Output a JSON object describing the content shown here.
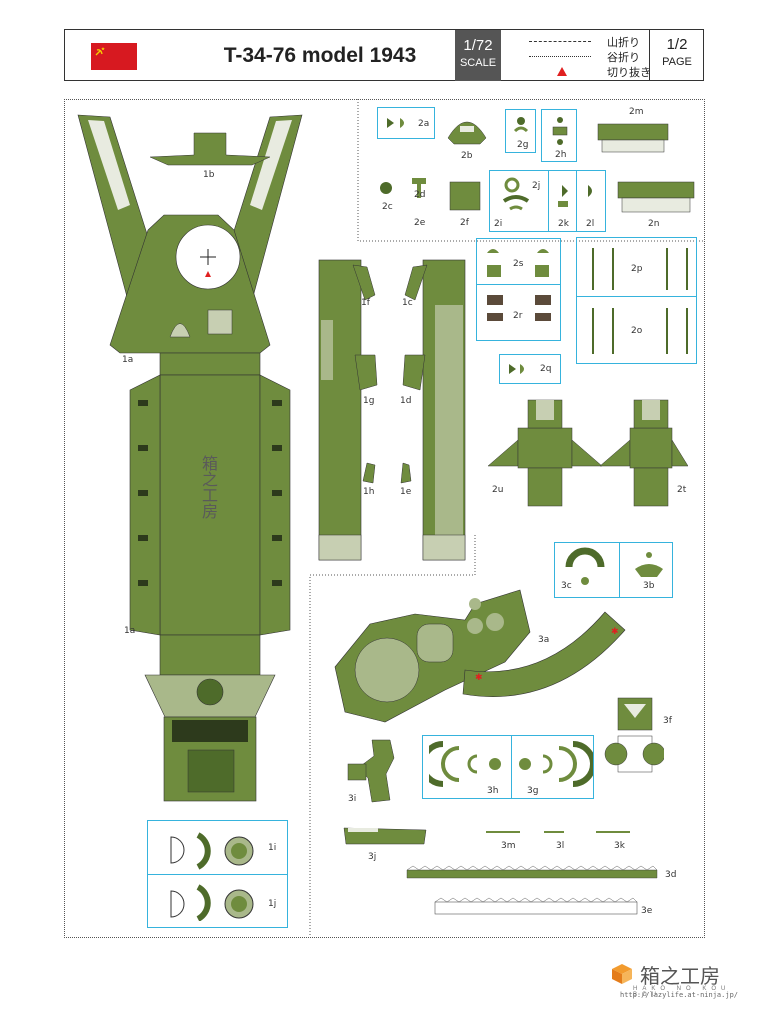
{
  "header": {
    "title": "T-34-76 model 1943",
    "scale_value": "1/72",
    "scale_label": "SCALE",
    "page_value": "1/2",
    "page_label": "PAGE",
    "legend": {
      "mountain_fold": "山折り",
      "valley_fold": "谷折り",
      "cut_out": "切り抜き"
    }
  },
  "colors": {
    "flag_red": "#d71920",
    "tank_green": "#6f8c3e",
    "tank_green_dark": "#4e6b2a",
    "tank_green_light": "#a9b88a",
    "callout_blue": "#36b3dd",
    "cut_marker_red": "#e02020"
  },
  "parts": {
    "p1a": "1a",
    "p1b": "1b",
    "p1c": "1c",
    "p1d": "1d",
    "p1e": "1e",
    "p1f": "1f",
    "p1g": "1g",
    "p1h": "1h",
    "p1i": "1i",
    "p1j": "1j",
    "p2a": "2a",
    "p2b": "2b",
    "p2c": "2c",
    "p2d": "2d",
    "p2e": "2e",
    "p2f": "2f",
    "p2g": "2g",
    "p2h": "2h",
    "p2i": "2i",
    "p2j": "2j",
    "p2k": "2k",
    "p2l": "2l",
    "p2m": "2m",
    "p2n": "2n",
    "p2o": "2o",
    "p2p": "2p",
    "p2q": "2q",
    "p2r": "2r",
    "p2s": "2s",
    "p2t": "2t",
    "p2u": "2u",
    "p3a": "3a",
    "p3b": "3b",
    "p3c": "3c",
    "p3d": "3d",
    "p3e": "3e",
    "p3f": "3f",
    "p3g": "3g",
    "p3h": "3h",
    "p3i": "3i",
    "p3j": "3j",
    "p3k": "3k",
    "p3l": "3l",
    "p3m": "3m"
  },
  "watermark": "箱之工房",
  "footer": {
    "brand": "箱之工房",
    "sub": "HAKO NO KOU BOU",
    "url": "http://lazylife.at-ninja.jp/"
  }
}
